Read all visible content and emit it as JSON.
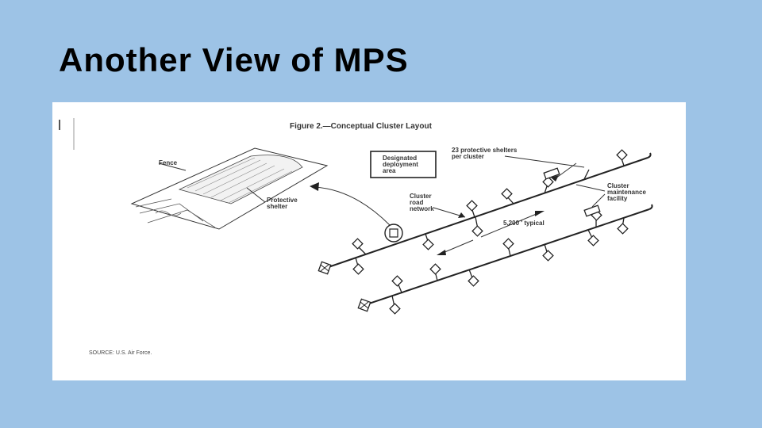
{
  "slide": {
    "title": "Another View of MPS"
  },
  "figure": {
    "caption": "Figure 2.—Conceptual Cluster Layout",
    "labels": {
      "fence": "Fence",
      "protective_shelter": [
        "Protective",
        "shelter"
      ],
      "designated_area": [
        "Designated",
        "deployment",
        "area"
      ],
      "shelters_per_cluster": [
        "23 protective shelters",
        "per cluster"
      ],
      "cluster_road_network": [
        "Cluster",
        "road",
        "network"
      ],
      "cluster_maintenance": [
        "Cluster",
        "maintenance",
        "facility"
      ],
      "spacing": "5,200 ′ typical",
      "source": "SOURCE: U.S. Air Force."
    }
  }
}
